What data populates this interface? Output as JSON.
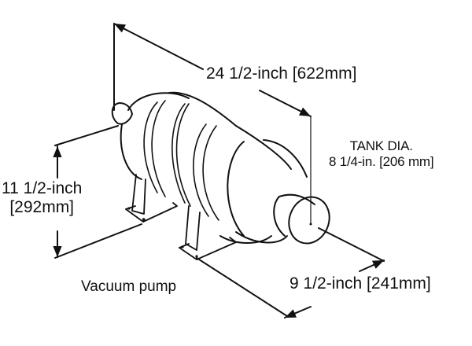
{
  "diagram": {
    "caption": "Vacuum pump",
    "dimensions": {
      "length": "24 1/2-inch [622mm]",
      "tank_diameter": {
        "title": "TANK DIA.",
        "value": "8 1/4-in. [206 mm]"
      },
      "height": {
        "line1": "11 1/2-inch",
        "line2": "[292mm]"
      },
      "width": "9 1/2-inch [241mm]"
    },
    "colors": {
      "line": "#111111",
      "background": "#ffffff"
    }
  }
}
